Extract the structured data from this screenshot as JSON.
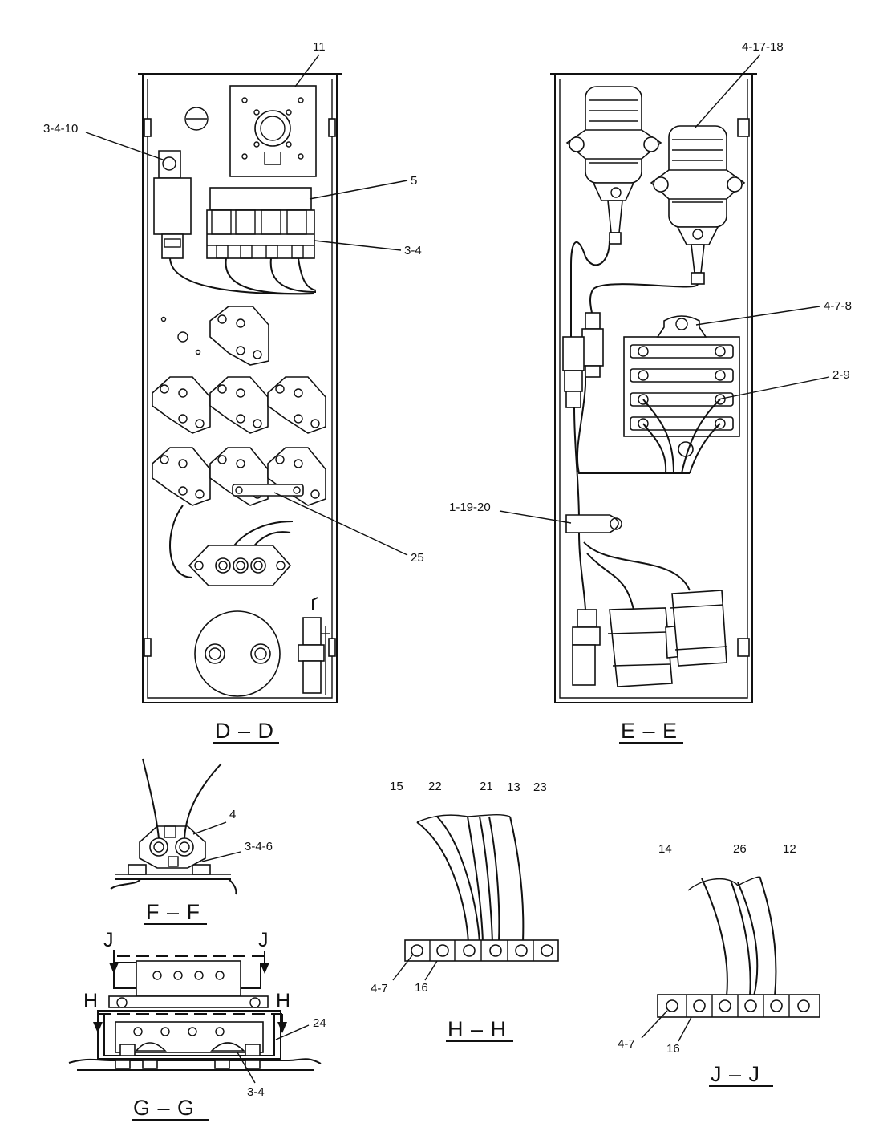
{
  "views": {
    "dd": "D – D",
    "ee": "E – E",
    "ff": "F – F",
    "gg": "G – G",
    "hh": "H – H",
    "jj": "J – J"
  },
  "section_letters": {
    "j": "J",
    "h": "H"
  },
  "callouts": {
    "c_11": "11",
    "c_3_4_10": "3-4-10",
    "c_5": "5",
    "c_3_4_dd": "3-4",
    "c_25": "25",
    "c_4_17_18": "4-17-18",
    "c_4_7_8": "4-7-8",
    "c_2_9": "2-9",
    "c_1_19_20": "1-19-20",
    "c_4_ff": "4",
    "c_3_4_6": "3-4-6",
    "c_24": "24",
    "c_3_4_gg": "3-4",
    "c_15": "15",
    "c_22": "22",
    "c_21": "21",
    "c_13": "13",
    "c_23": "23",
    "c_4_7_hh": "4-7",
    "c_16_hh": "16",
    "c_14": "14",
    "c_26": "26",
    "c_12": "12",
    "c_4_7_jj": "4-7",
    "c_16_jj": "16"
  }
}
